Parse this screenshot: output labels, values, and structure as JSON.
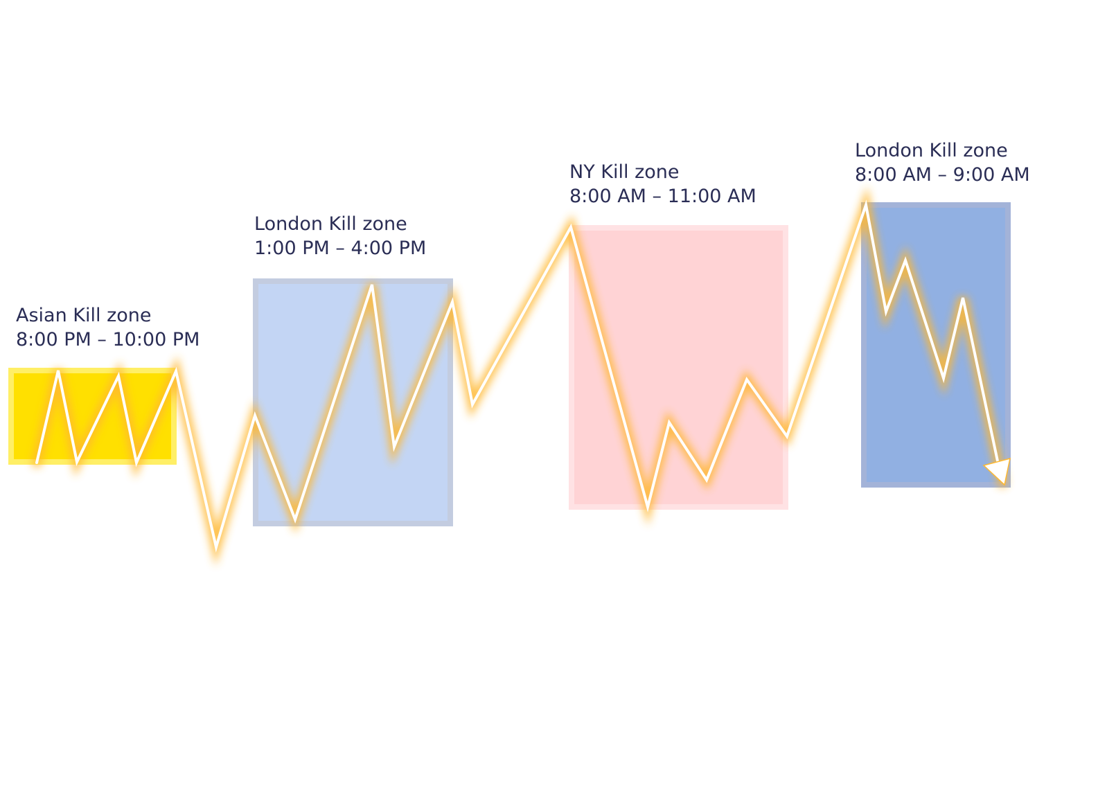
{
  "colors": {
    "asian_fill": "#FFE000",
    "asian_border": "#FFEF66",
    "london_fill": "#C3D5F4",
    "london_border": "#C3CCE0",
    "ny_fill": "#FFD3D5",
    "ny_border": "#FFE2E4",
    "london2_fill": "#91B0E2",
    "london2_border": "#A3B3D8",
    "line_stroke": "#FFFFFF",
    "line_glow": "#FFB830",
    "label_text": "#2A2D55"
  },
  "zones": [
    {
      "name": "Asian Kill zone",
      "time": "8:00 PM – 10:00 PM"
    },
    {
      "name": "London Kill zone",
      "time": "1:00 PM – 4:00 PM"
    },
    {
      "name": "NY Kill zone",
      "time": "8:00 AM – 11:00 AM"
    },
    {
      "name": "London Kill zone",
      "time": "8:00 AM – 9:00 AM"
    }
  ],
  "icons": {
    "arrowhead": "arrow-down-right-icon"
  }
}
